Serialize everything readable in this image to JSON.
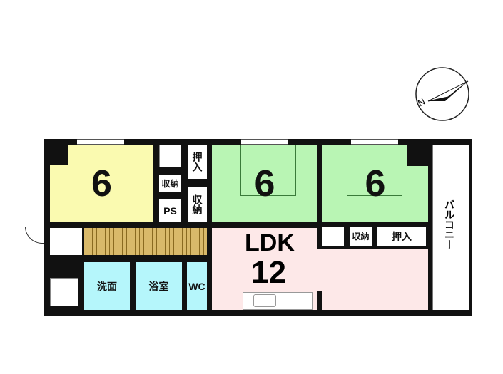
{
  "rooms": {
    "western_room": {
      "size": "6"
    },
    "japanese_room_1": {
      "size": "6"
    },
    "japanese_room_2": {
      "size": "6"
    },
    "ldk": {
      "label": "LDK",
      "size": "12"
    },
    "storage_1": "収納",
    "storage_2": "収納",
    "storage_3": "収納",
    "closet_1": "押入",
    "closet_2": "押入",
    "ps": "PS",
    "washroom": "洗面",
    "bathroom": "浴室",
    "wc": "WC",
    "balcony": "バルコニー"
  },
  "compass": {
    "label": "N"
  },
  "colors": {
    "western": "#fafab0",
    "japanese": "#b9f5b4",
    "ldk": "#fde8e8",
    "wet": "#b5f6fb",
    "wood": "#d9b96a"
  }
}
